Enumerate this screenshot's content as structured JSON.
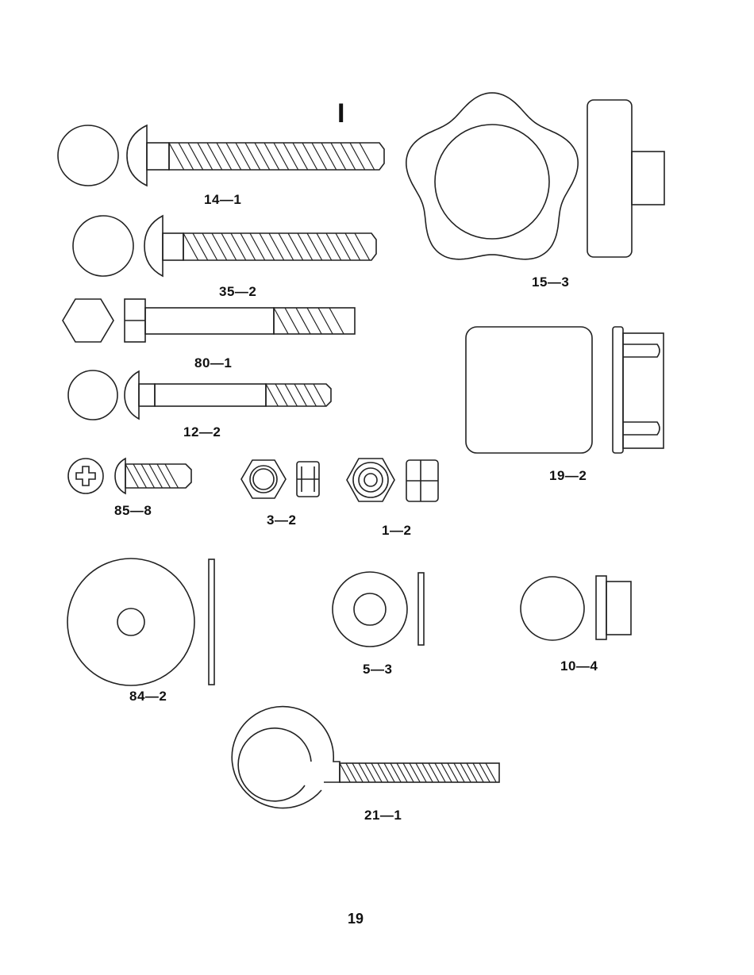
{
  "section_marker": "I",
  "page_number": "19",
  "parts": [
    {
      "id": "carriage-bolt-long",
      "label": "14—1"
    },
    {
      "id": "carriage-bolt-medium",
      "label": "35—2"
    },
    {
      "id": "hex-bolt",
      "label": "80—1"
    },
    {
      "id": "carriage-bolt-short",
      "label": "12—2"
    },
    {
      "id": "phillips-screw",
      "label": "85—8"
    },
    {
      "id": "hex-nut",
      "label": "3—2"
    },
    {
      "id": "lock-nut",
      "label": "1—2"
    },
    {
      "id": "star-knob",
      "label": "15—3"
    },
    {
      "id": "square-end-cap",
      "label": "19—2"
    },
    {
      "id": "large-washer",
      "label": "84—2"
    },
    {
      "id": "small-washer",
      "label": "5—3"
    },
    {
      "id": "round-cap",
      "label": "10—4"
    },
    {
      "id": "eye-bolt",
      "label": "21—1"
    }
  ]
}
